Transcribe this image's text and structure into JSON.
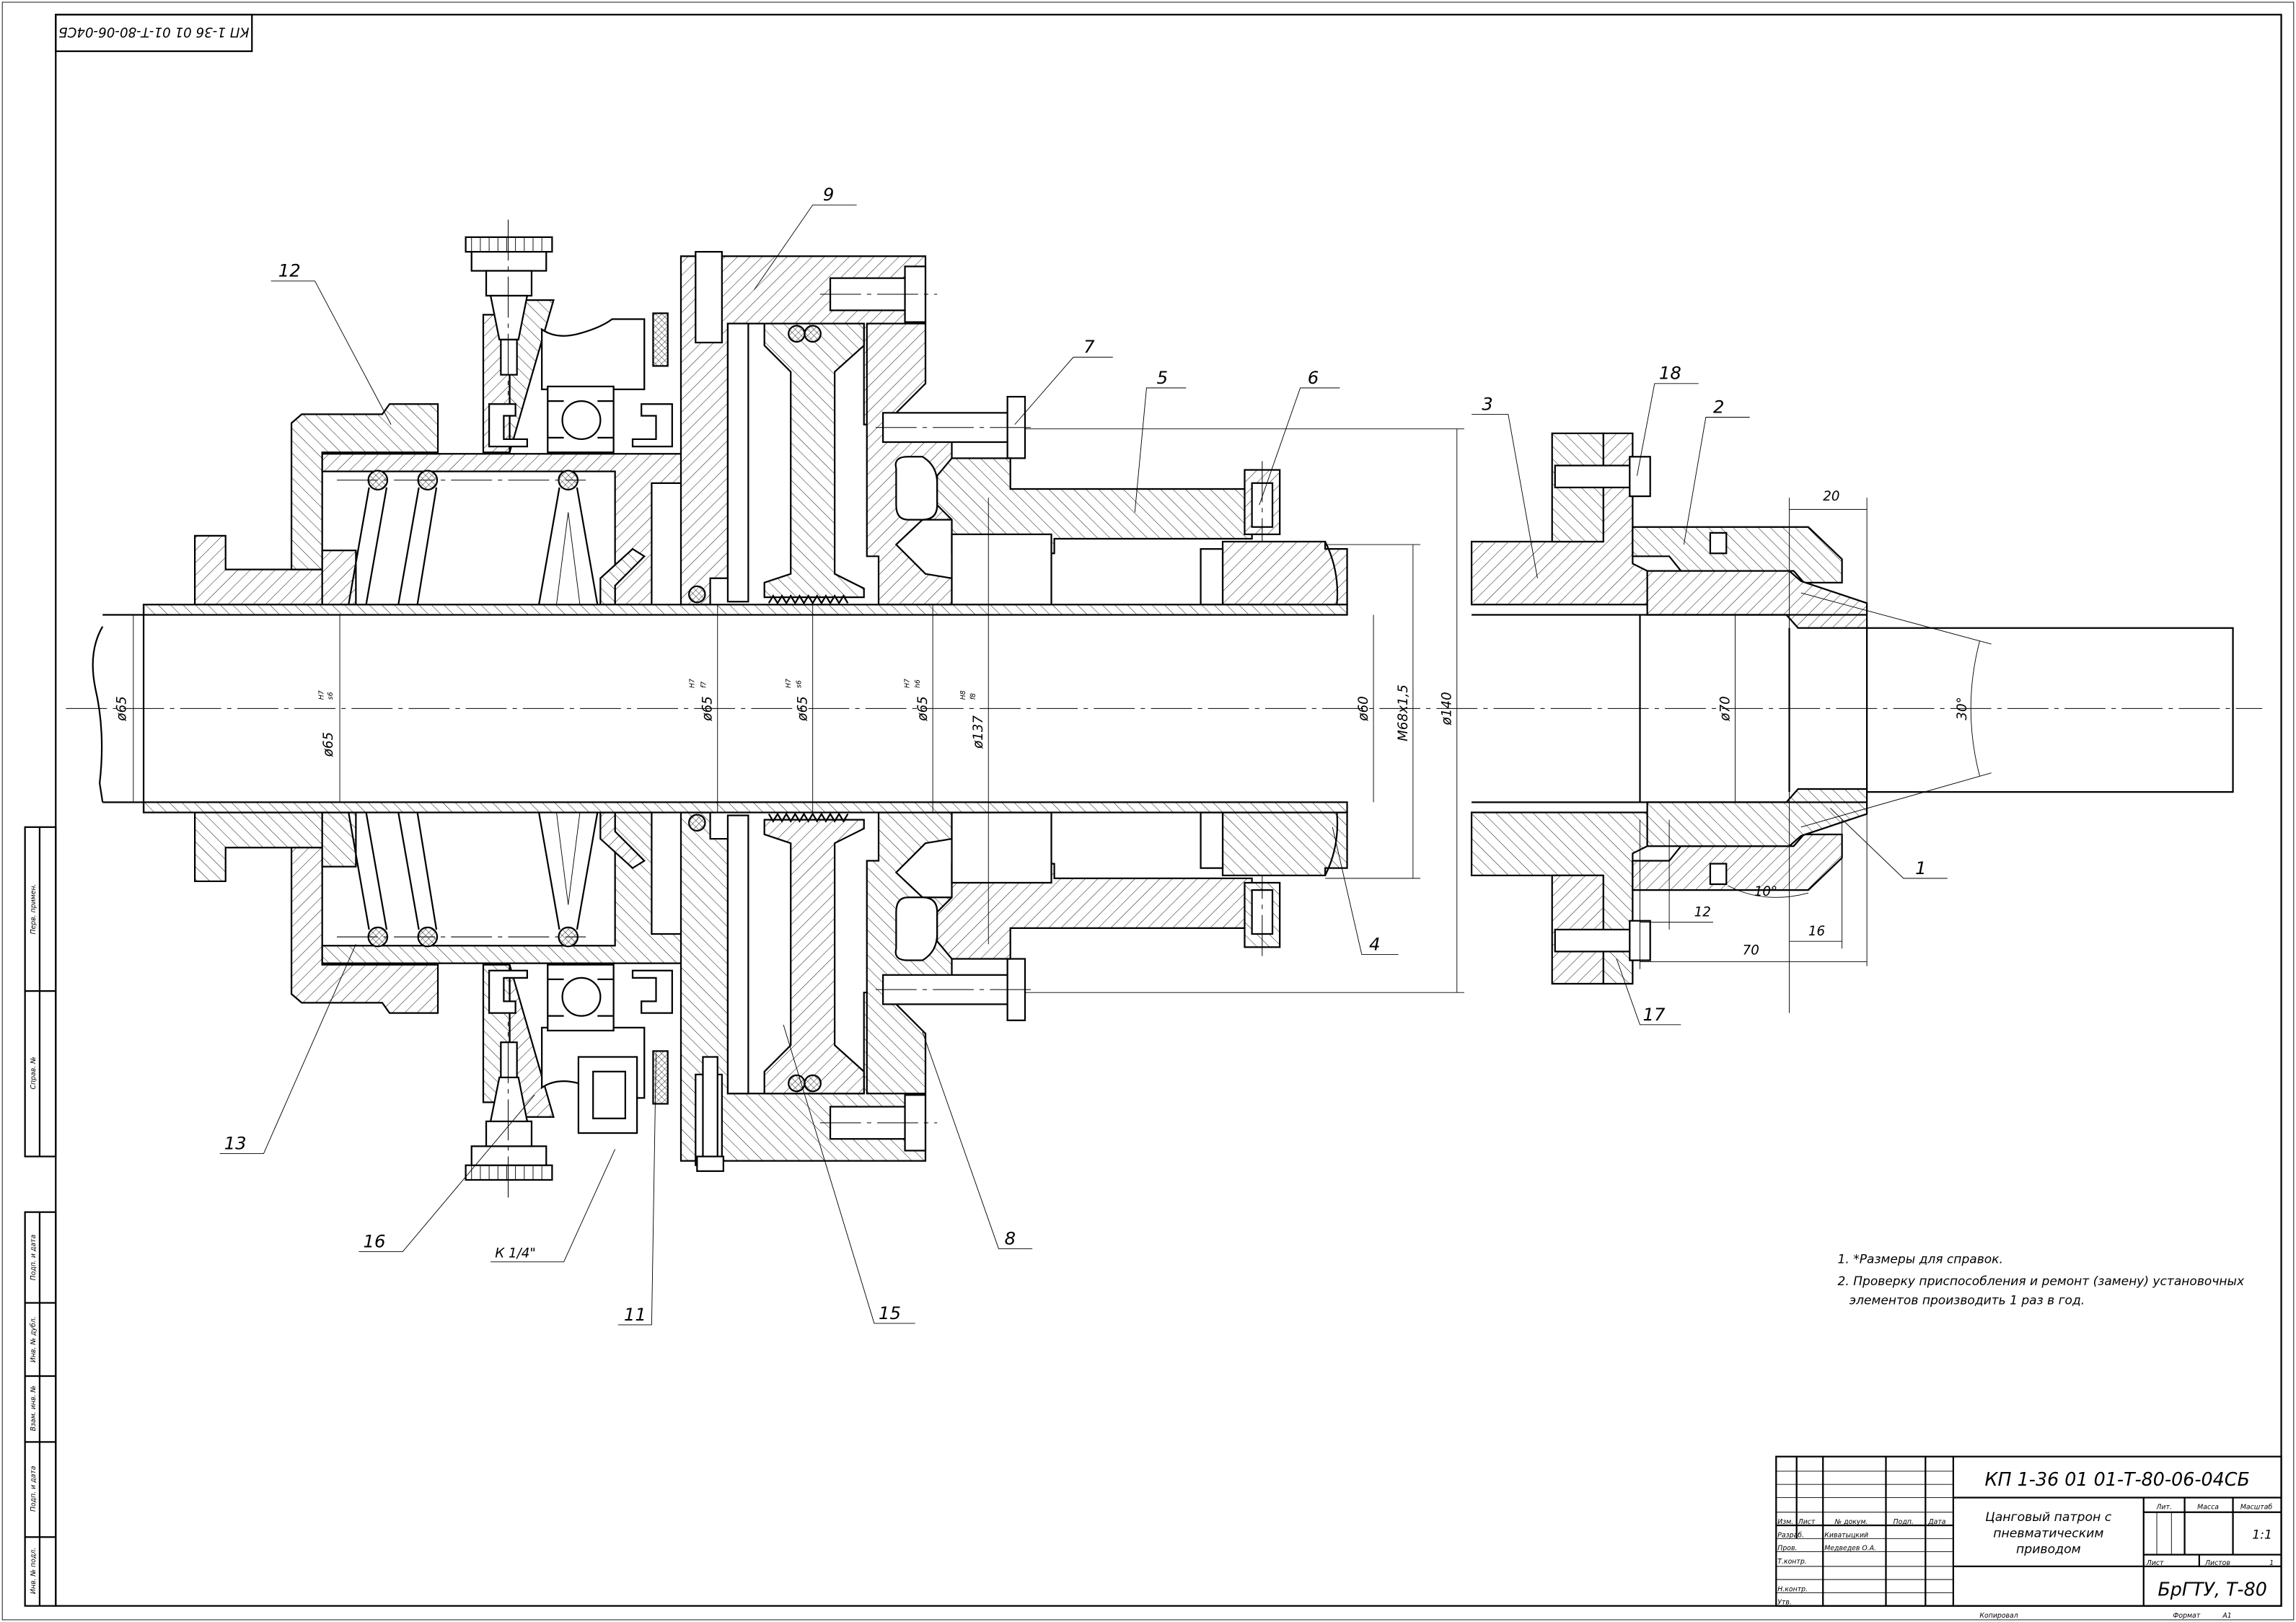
{
  "stamp_top": "КП 1-36 01 01-Т-80-06-04СБ",
  "side_stamp": {
    "upper": [
      "Перв. примен.",
      "Справ. №"
    ],
    "lower": [
      "Подп. и дата",
      "Инв. № дубл.",
      "Взам. инв. №",
      "Подп. и дата",
      "Инв. № подл."
    ]
  },
  "positions": {
    "p1": "1",
    "p2": "2",
    "p3": "3",
    "p4": "4",
    "p5": "5",
    "p6": "6",
    "p7": "7",
    "p8": "8",
    "p9": "9",
    "p11": "11",
    "p12": "12",
    "p13": "13",
    "p15": "15",
    "p16": "16",
    "p17": "17",
    "p18": "18",
    "fitting": "К 1/4\""
  },
  "dimensions": {
    "d65_left": "ø65",
    "d65_s6": "ø65",
    "fit_h7_s6_top": "H7",
    "fit_h7_s6_bot": "s6",
    "d65_f7": "ø65",
    "fit_h7_f7_top": "H7",
    "fit_h7_f7_bot": "f7",
    "d65_s6b": "ø65",
    "fit_h7_s6b_top": "H7",
    "fit_h7_s6b_bot": "s6",
    "d65_h6": "ø65",
    "fit_h7_h6_top": "H7",
    "fit_h7_h6_bot": "h6",
    "d137": "ø137",
    "fit_h8_f8_top": "H8",
    "fit_h8_f8_bot": "f8",
    "d60": "ø60",
    "thread": "M68x1,5",
    "d140": "ø140",
    "d70": "ø70",
    "angle30": "30°",
    "angle10": "10°",
    "len20": "20",
    "len12": "12",
    "len16": "16",
    "len70": "70"
  },
  "notes": [
    "1. *Размеры для справок.",
    "2. Проверку приспособления и ремонт (замену) установочных",
    "элементов производить 1 раз в год."
  ],
  "title_block": {
    "designation": "КП 1-36 01 01-Т-80-06-04СБ",
    "name_lines": [
      "Цанговый патрон с",
      "пневматическим",
      "приводом"
    ],
    "headers": {
      "izm": "Изм.",
      "list": "Лист",
      "doc": "№ докум.",
      "sign": "Подп.",
      "date": "Дата"
    },
    "roles": {
      "dev": "Разраб.",
      "check": "Пров.",
      "tcontrol": "Т.контр.",
      "ncontrol": "Н.контр.",
      "approve": "Утв."
    },
    "people": {
      "dev": "Киватыцкий",
      "check": "Медведев О.А."
    },
    "lit_label": "Лит.",
    "mass_label": "Масса",
    "scale_label": "Масштаб",
    "scale": "1:1",
    "sheet_label": "Лист",
    "sheets_label": "Листов",
    "sheets": "1",
    "organization": "БрГТУ, Т-80",
    "copied": "Копировал",
    "format_label": "Формат",
    "format": "А1"
  }
}
